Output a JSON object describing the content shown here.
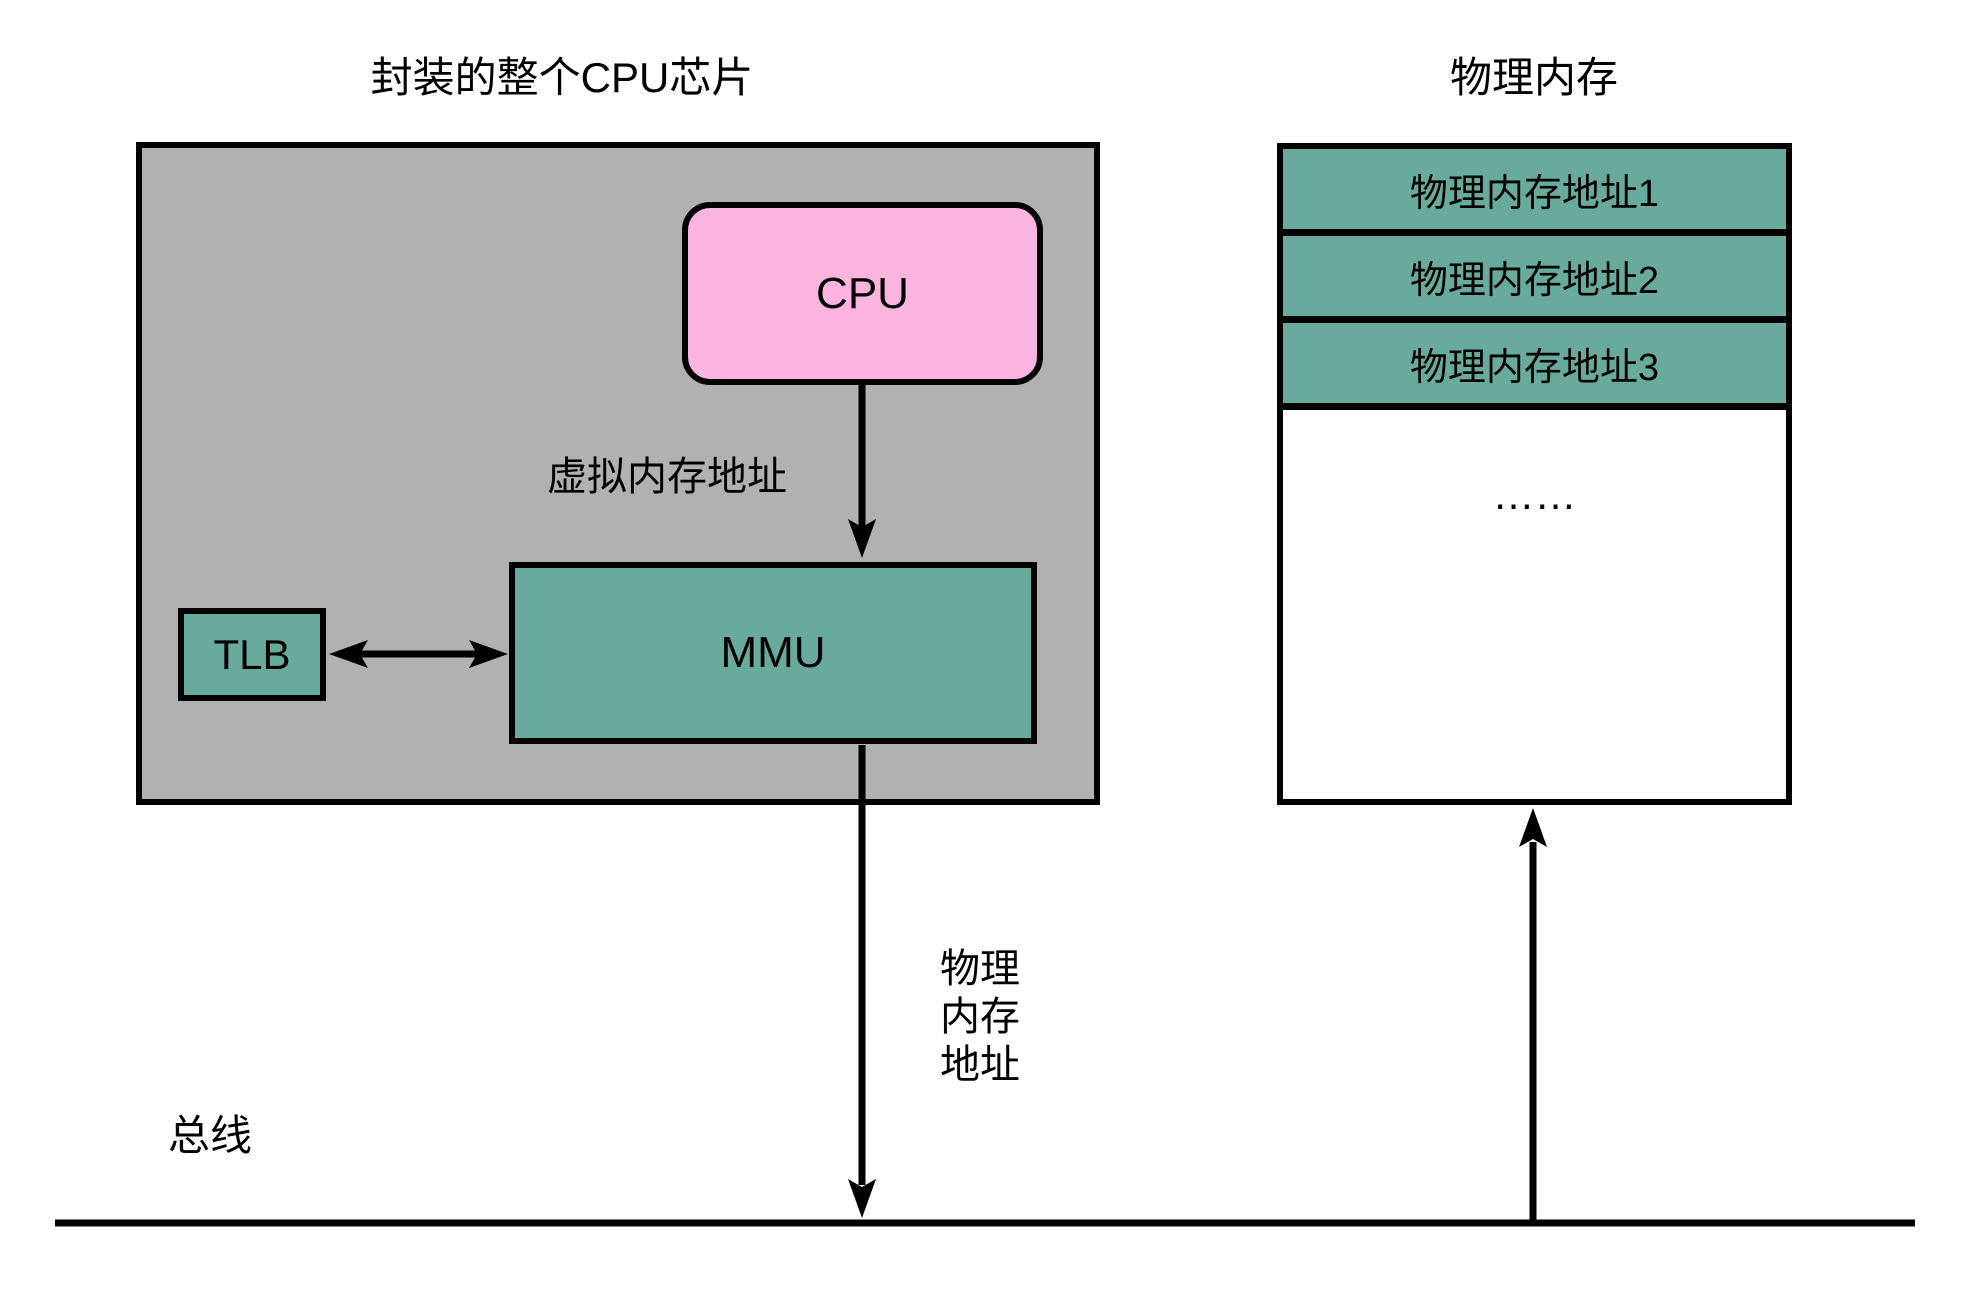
{
  "diagram": {
    "chip": {
      "title": "封装的整个CPU芯片",
      "cpu_label": "CPU",
      "virtual_addr_label": "虚拟内存地址",
      "tlb_label": "TLB",
      "mmu_label": "MMU"
    },
    "memory": {
      "title": "物理内存",
      "rows": [
        "物理内存地址1",
        "物理内存地址2",
        "物理内存地址3"
      ],
      "ellipsis": "……"
    },
    "bus": {
      "label": "总线"
    },
    "physical_addr_label": {
      "lines": [
        "物理",
        "内存",
        "地址"
      ]
    },
    "colors": {
      "chip_bg": "#b1b1b1",
      "cpu_fill": "#fbb3df",
      "block_fill": "#68ab9c",
      "memory_bg": "#ffffff",
      "line": "#000000"
    }
  }
}
